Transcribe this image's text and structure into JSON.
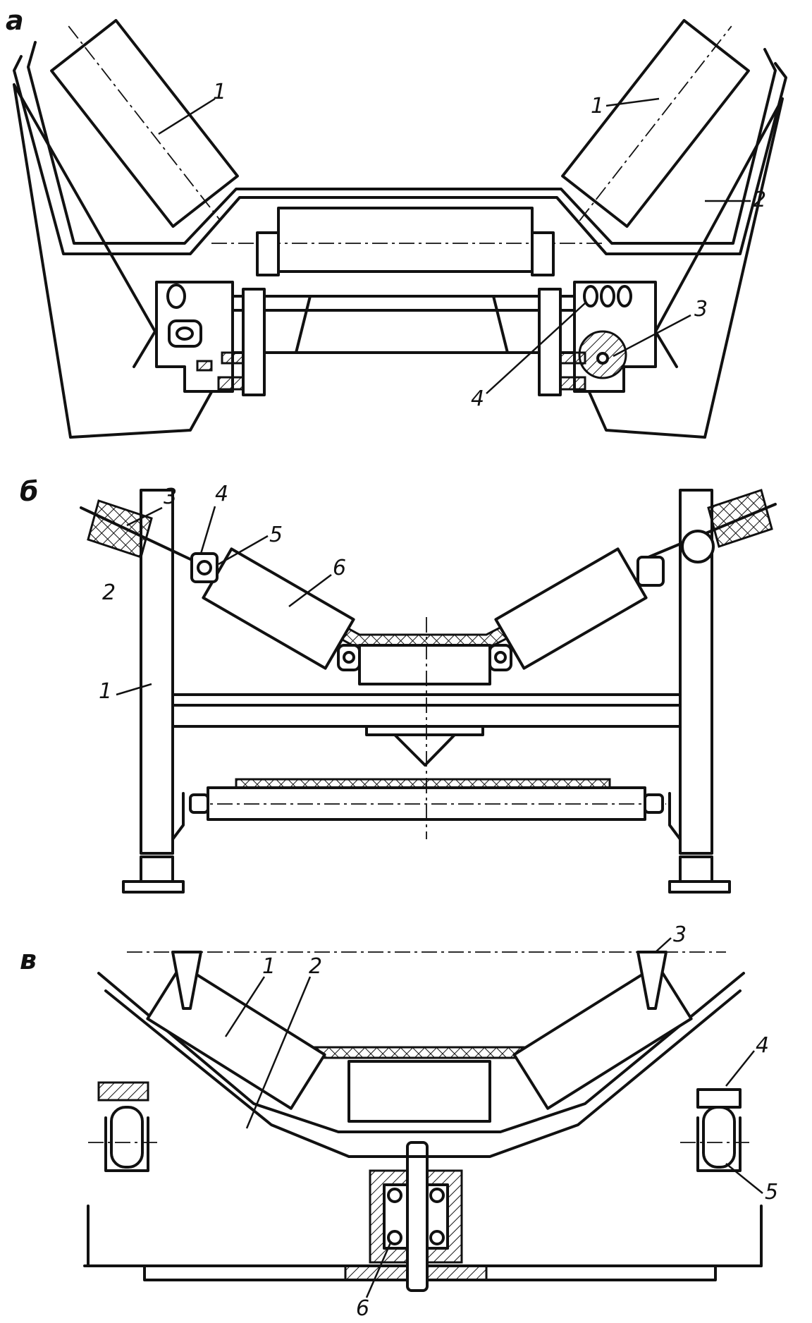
{
  "panels": [
    {
      "letter": "а",
      "labels": [
        "1",
        "1",
        "2",
        "3",
        "4"
      ]
    },
    {
      "letter": "б",
      "labels": [
        "3",
        "4",
        "5",
        "6",
        "2",
        "1"
      ]
    },
    {
      "letter": "в",
      "labels": [
        "1",
        "2",
        "3",
        "4",
        "5",
        "6"
      ]
    }
  ],
  "colors": {
    "ink": "#111111",
    "paper": "#ffffff"
  }
}
